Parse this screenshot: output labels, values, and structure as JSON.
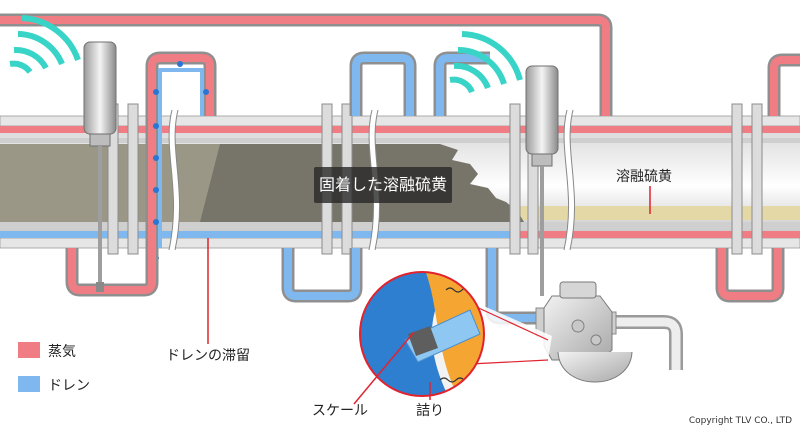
{
  "labels": {
    "solidified_sulfur": "固着した溶融硫黄",
    "molten_sulfur": "溶融硫黄",
    "drain_stagnation": "ドレンの滞留",
    "scale": "スケール",
    "clogging": "詰り"
  },
  "legend": [
    {
      "label": "蒸気",
      "color": "#f07c84"
    },
    {
      "label": "ドレン",
      "color": "#7fb8ee"
    }
  ],
  "colors": {
    "steam": "#f07c84",
    "drain": "#7fb8ee",
    "wave": "#39d4c8",
    "molten_sulfur": "#e4d8a6",
    "solidified_sulfur": "#77746a",
    "callout_line": "#e0232e"
  },
  "copyright": "Copyright TLV CO., LTD"
}
